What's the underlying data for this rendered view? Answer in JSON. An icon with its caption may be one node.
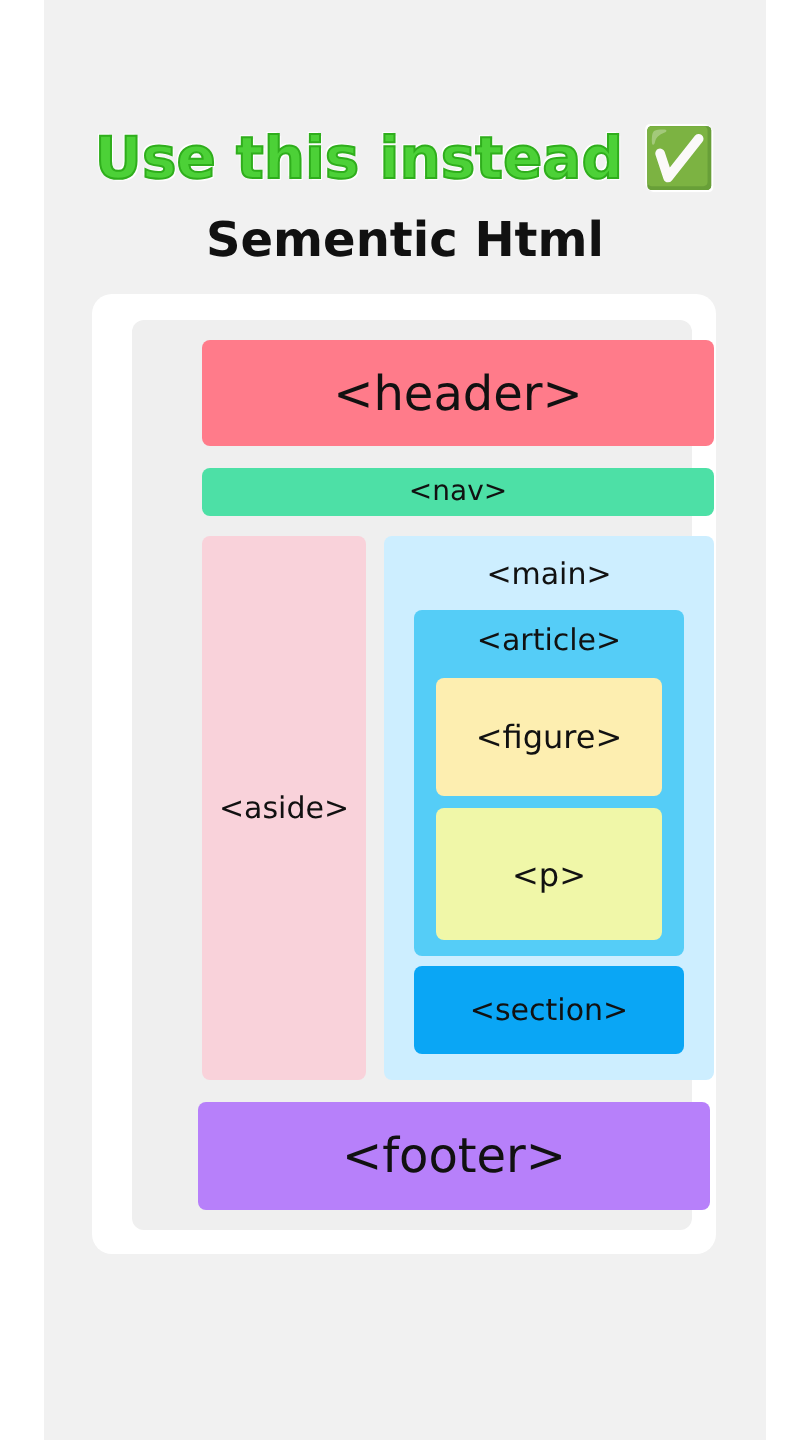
{
  "diagram": {
    "title": "Use this instead ✅",
    "nodes": [
      {
        "text": [
          "<header>"
        ]
      },
      {
        "text": [
          "<nav>"
        ]
      },
      {
        "text": [
          "<aside>"
        ]
      },
      {
        "text": [
          "<main>"
        ]
      },
      {
        "text": [
          "<article>"
        ],
        "in": 3
      },
      {
        "text": [
          "<figure>"
        ],
        "in": 4
      },
      {
        "text": [
          "<p>"
        ],
        "in": 4
      },
      {
        "text": [
          "<section>"
        ],
        "in": 3
      },
      {
        "text": [
          "<footer>"
        ]
      }
    ],
    "labels": [
      "Sementic Html"
    ]
  }
}
